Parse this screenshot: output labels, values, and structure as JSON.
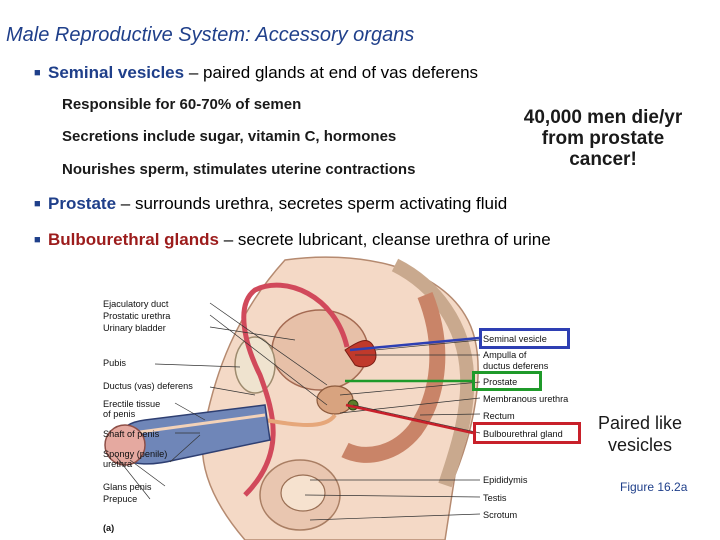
{
  "title": "Male Reproductive System: Accessory organs",
  "bullets": [
    {
      "term": "Seminal vesicles",
      "dash": " – ",
      "text": "paired glands at end of vas deferens"
    },
    {
      "term": "Prostate",
      "dash": " – ",
      "text": "surrounds urethra, secretes sperm activating fluid"
    },
    {
      "term": "Bulbourethral glands",
      "dash": " – ",
      "text": "secrete lubricant, cleanse urethra of urine"
    }
  ],
  "sub_points": [
    "Responsible for 60-70% of semen",
    "Secretions include sugar, vitamin C, hormones",
    "Nourishes sperm, stimulates uterine contractions"
  ],
  "callout": {
    "lines": [
      "40,000 men die/yr",
      "from prostate",
      "cancer!"
    ]
  },
  "paired_note": {
    "lines": [
      "Paired like",
      "vesicles"
    ]
  },
  "figure_ref": "Figure 16.2a",
  "diagram": {
    "left_labels": [
      "Ejaculatory duct",
      "Prostatic urethra",
      "Urinary bladder",
      "Pubis",
      "Ductus (vas) deferens",
      "Erectile tissue",
      "of penis",
      "Shaft of penis",
      "Spongy (penile)",
      "urethra",
      "Glans penis",
      "Prepuce"
    ],
    "right_labels": [
      "Seminal vesicle",
      "Ampulla of",
      "ductus deferens",
      "Prostate",
      "Membranous urethra",
      "Rectum",
      "Bulbourethral gland",
      "Epididymis",
      "Testis",
      "Scrotum"
    ],
    "panel_label": "(a)"
  },
  "colors": {
    "title_blue": "#1f3f8a",
    "term_red": "#9c1c1c",
    "highlight_blue": "#2e3fb3",
    "highlight_green": "#1f9a2a",
    "highlight_red": "#c8202a"
  }
}
